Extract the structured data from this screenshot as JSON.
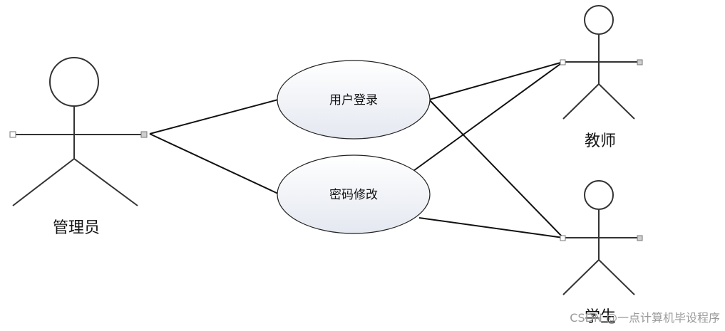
{
  "actors": {
    "admin": {
      "label": "管理员"
    },
    "teacher": {
      "label": "教师"
    },
    "student": {
      "label": "学生"
    }
  },
  "use_cases": {
    "login": {
      "label": "用户登录"
    },
    "change_password": {
      "label": "密码修改"
    }
  },
  "associations": [
    {
      "actor": "管理员",
      "use_case": "用户登录"
    },
    {
      "actor": "管理员",
      "use_case": "密码修改"
    },
    {
      "actor": "教师",
      "use_case": "用户登录"
    },
    {
      "actor": "教师",
      "use_case": "密码修改"
    },
    {
      "actor": "学生",
      "use_case": "用户登录"
    },
    {
      "actor": "学生",
      "use_case": "密码修改"
    }
  ],
  "watermark": "CSDN @一点计算机毕设程序",
  "colors": {
    "line": "#111111",
    "ellipse_fill_top": "#ffffff",
    "ellipse_fill_bottom": "#e6e9f0",
    "watermark": "#9a9a9a"
  }
}
